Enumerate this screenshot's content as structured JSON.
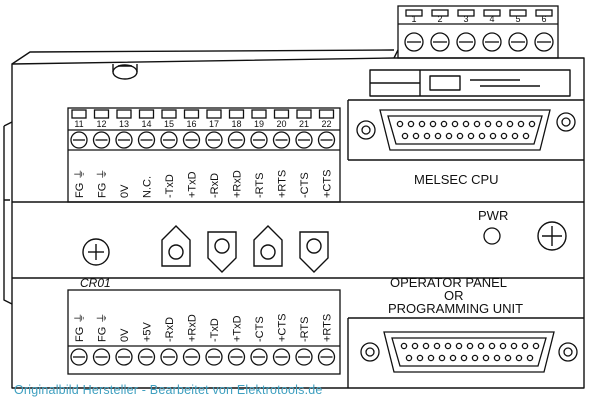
{
  "top_block_numbers": [
    "1",
    "2",
    "3",
    "4",
    "5",
    "6"
  ],
  "upper_terminal_numbers": [
    "11",
    "12",
    "13",
    "14",
    "15",
    "16",
    "17",
    "18",
    "19",
    "20",
    "21",
    "22"
  ],
  "upper_signals": [
    "FG ⏚",
    "FG ⏚",
    "0V",
    "N.C.",
    "-TxD",
    "+TxD",
    "-RxD",
    "+RxD",
    "-RTS",
    "+RTS",
    "-CTS",
    "+CTS"
  ],
  "lower_signals": [
    "FG ⏚",
    "FG ⏚",
    "0V",
    "+5V",
    "-RxD",
    "+RxD",
    "-TxD",
    "+TxD",
    "-CTS",
    "+CTS",
    "-RTS",
    "+RTS"
  ],
  "labels": {
    "melsec_cpu": "MELSEC CPU",
    "pwr": "PWR",
    "cr01": "CR01",
    "operator_panel": [
      "OPERATOR PANEL",
      "OR",
      "PROGRAMMING UNIT"
    ]
  },
  "watermark": "Originalbild Hersteller - Bearbeitet von Elektrotools.de"
}
